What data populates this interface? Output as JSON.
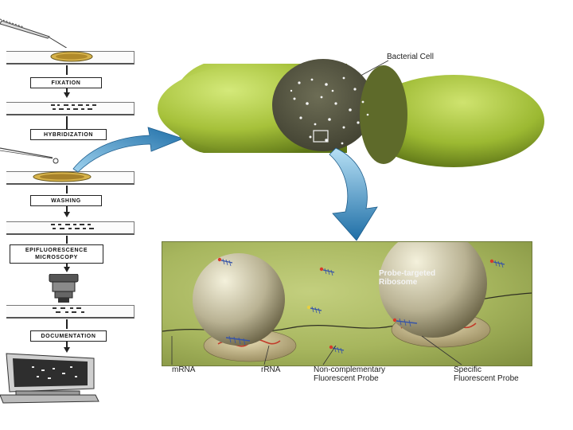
{
  "workflow": {
    "steps": [
      "FIXATION",
      "HYBRIDIZATION",
      "WASHING",
      "EPIFLUORESCENCE MICROSCOPY",
      "DOCUMENTATION"
    ]
  },
  "cell": {
    "label": "Bacterial Cell"
  },
  "inset": {
    "ribosome_label": "Probe-targeted Ribosome",
    "mrna_label": "mRNA",
    "rrna_label": "rRNA",
    "noncomp_label": "Non-complementary Fluorescent Probe",
    "specific_label": "Specific Fluorescent Probe"
  },
  "colors": {
    "cell_green": "#a5c23c",
    "inset_bg": "#a7b65e",
    "arrow_blue": "#2f8fc4"
  }
}
